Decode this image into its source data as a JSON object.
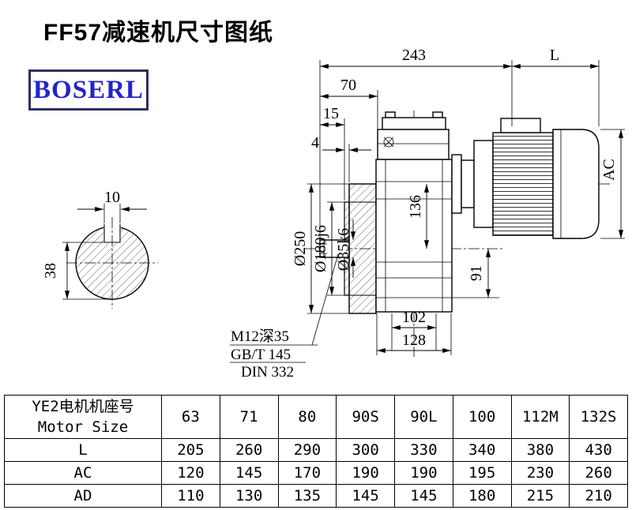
{
  "page": {
    "title": "FF57减速机尺寸图纸",
    "logo": "BOSERL"
  },
  "dims": {
    "overall_length": "243",
    "motor_length": "L",
    "face_depth": "70",
    "shaft_ext": "15",
    "gap": "4",
    "key_width": "10",
    "key_height": "38",
    "flange_dia": "Ø250",
    "pilot_dia": "Ø180j6",
    "shaft_dia": "Ø35k6",
    "axis_height": "136",
    "motor_dia": "AC",
    "base_height": "91",
    "base_span_inner": "102",
    "base_span_outer": "128"
  },
  "notes": {
    "tapped_hole": "M12深35",
    "standard_gb": "GB/T 145",
    "standard_din": "DIN 332"
  },
  "table": {
    "header_cn": "YE2电机机座号",
    "header_en": "Motor Size",
    "sizes": [
      "63",
      "71",
      "80",
      "90S",
      "90L",
      "100",
      "112M",
      "132S"
    ],
    "rows": [
      {
        "label": "L",
        "values": [
          "205",
          "260",
          "290",
          "300",
          "330",
          "340",
          "380",
          "430"
        ]
      },
      {
        "label": "AC",
        "values": [
          "120",
          "145",
          "170",
          "190",
          "190",
          "195",
          "230",
          "260"
        ]
      },
      {
        "label": "AD",
        "values": [
          "110",
          "130",
          "135",
          "145",
          "145",
          "180",
          "215",
          "210"
        ]
      }
    ]
  }
}
